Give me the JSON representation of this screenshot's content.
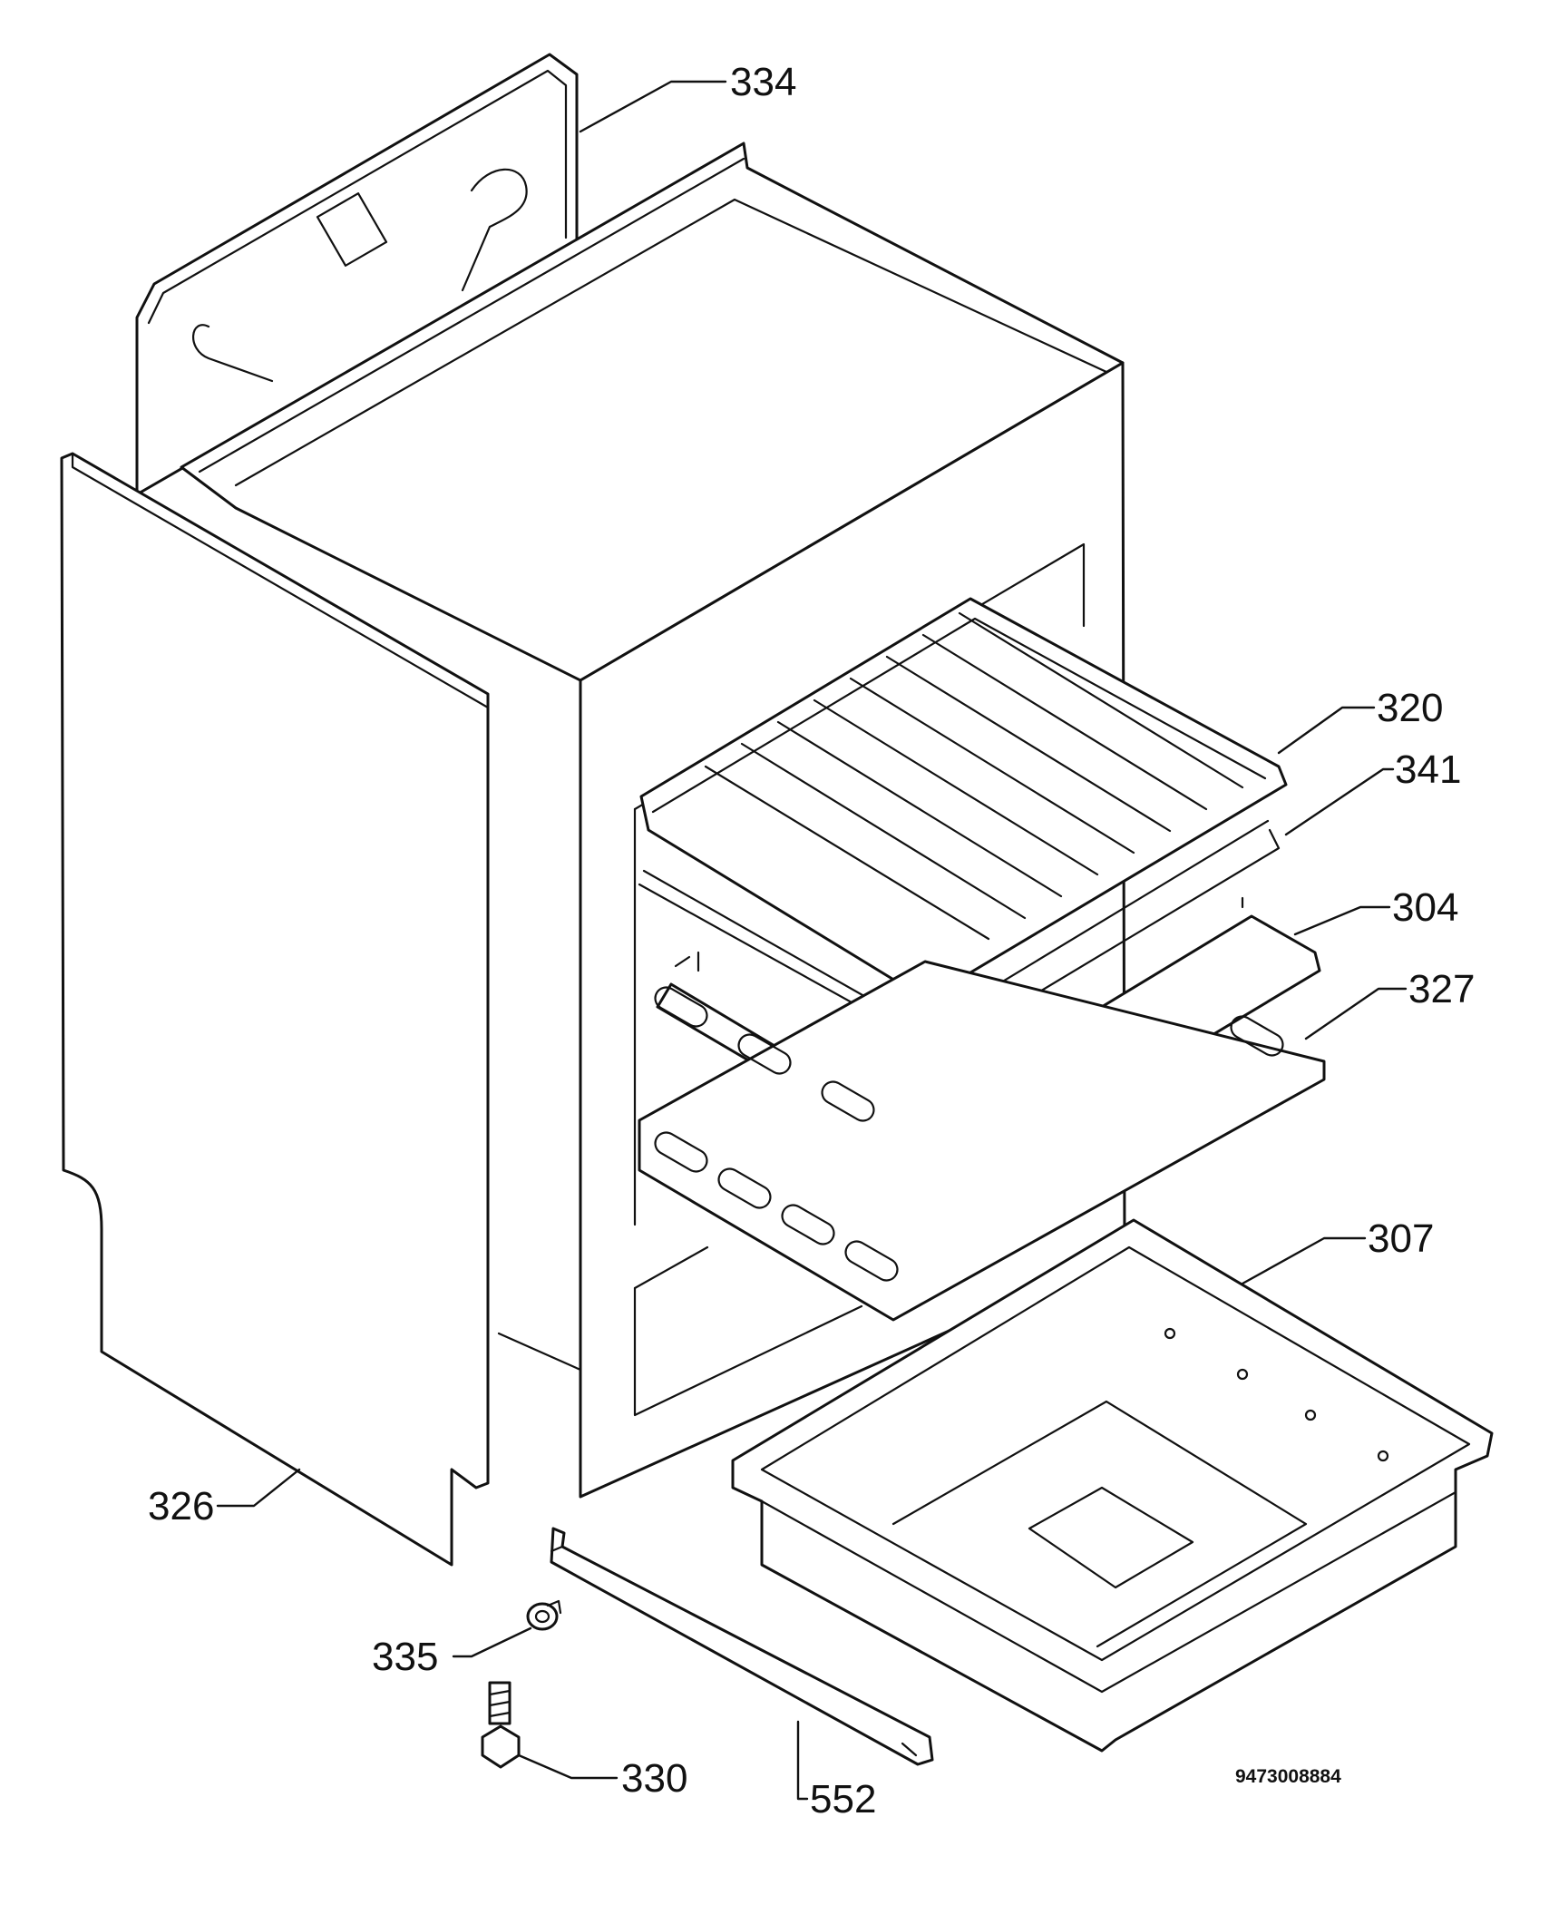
{
  "diagram": {
    "callouts": [
      "334",
      "320",
      "341",
      "304",
      "327",
      "307",
      "326",
      "335",
      "330",
      "552"
    ],
    "document_number": "9473008884"
  }
}
